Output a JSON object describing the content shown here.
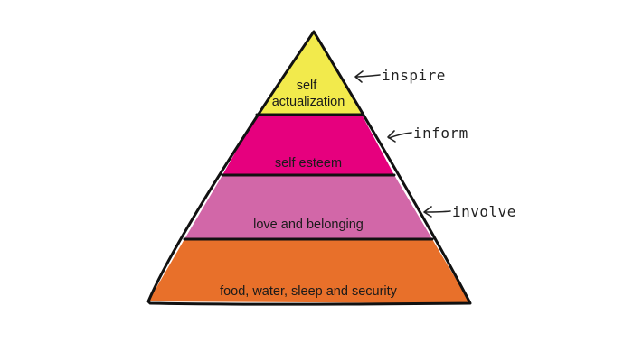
{
  "pyramid": {
    "levels": [
      {
        "lines": [
          "self",
          "actualization"
        ],
        "color": "#f2ea4c"
      },
      {
        "lines": [
          "self esteem"
        ],
        "color": "#e6007e"
      },
      {
        "lines": [
          "love and belonging"
        ],
        "color": "#d267a8"
      },
      {
        "lines": [
          "food, water, sleep and security"
        ],
        "color": "#e8702a"
      }
    ],
    "outline_color": "#111111"
  },
  "annotations": [
    {
      "text": "inspire"
    },
    {
      "text": "inform"
    },
    {
      "text": "involve"
    }
  ]
}
